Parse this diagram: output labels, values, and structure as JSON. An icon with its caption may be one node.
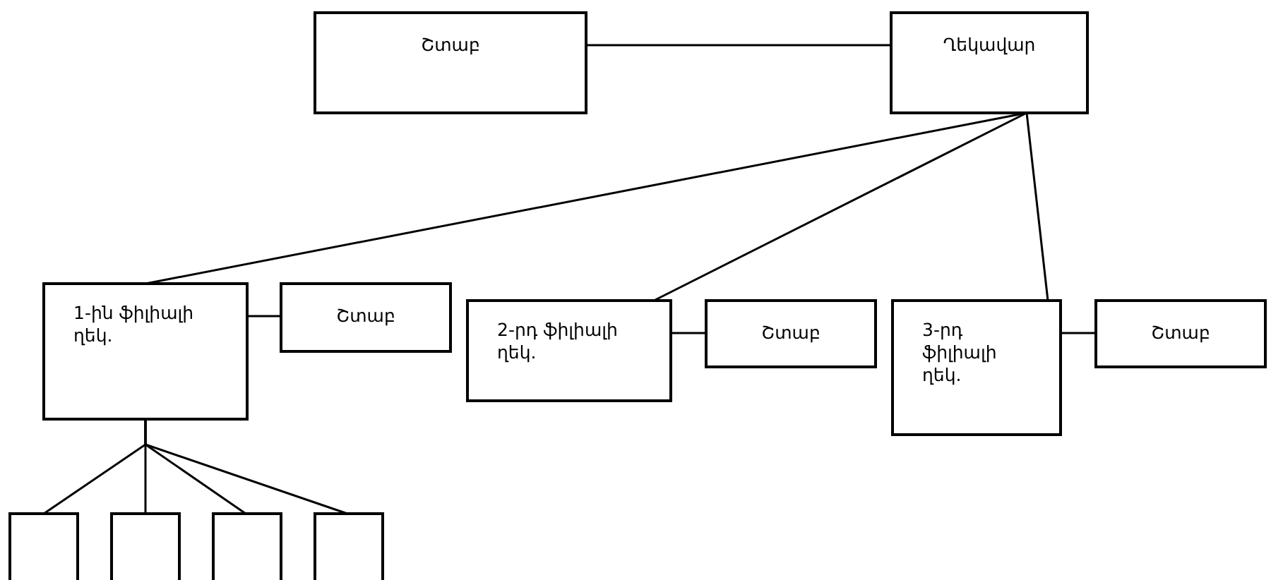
{
  "diagram": {
    "nodes": [
      {
        "text": [
          "Շտաբ"
        ]
      },
      {
        "text": [
          "Ղեկավար"
        ]
      },
      {
        "text": [
          "1-ին ֆիլիալի ղեկ."
        ]
      },
      {
        "text": [
          "Շտաբ"
        ]
      },
      {
        "text": [
          "2-րդ ֆիլիալի ղեկ."
        ]
      },
      {
        "text": [
          "Շտաբ"
        ]
      },
      {
        "text": [
          "3-րդ ֆիլիալի ղեկ."
        ]
      },
      {
        "text": [
          "Շտաբ"
        ]
      },
      {
        "text": [],
        "shape": "box"
      },
      {
        "text": [],
        "shape": "box"
      },
      {
        "text": [],
        "shape": "box"
      },
      {
        "text": [],
        "shape": "box"
      }
    ],
    "edges": [
      {
        "from": 0,
        "to": 1,
        "arrow": "none"
      },
      {
        "from": 1,
        "to": 2,
        "arrow": "none"
      },
      {
        "from": 1,
        "to": 4,
        "arrow": "none"
      },
      {
        "from": 1,
        "to": 6,
        "arrow": "none"
      },
      {
        "from": 2,
        "to": 3,
        "arrow": "none"
      },
      {
        "from": 4,
        "to": 5,
        "arrow": "none"
      },
      {
        "from": 6,
        "to": 7,
        "arrow": "none"
      },
      {
        "from": 2,
        "to": 8,
        "arrow": "none"
      },
      {
        "from": 2,
        "to": 9,
        "arrow": "none"
      },
      {
        "from": 2,
        "to": 10,
        "arrow": "none"
      },
      {
        "from": 2,
        "to": 11,
        "arrow": "none"
      }
    ]
  }
}
